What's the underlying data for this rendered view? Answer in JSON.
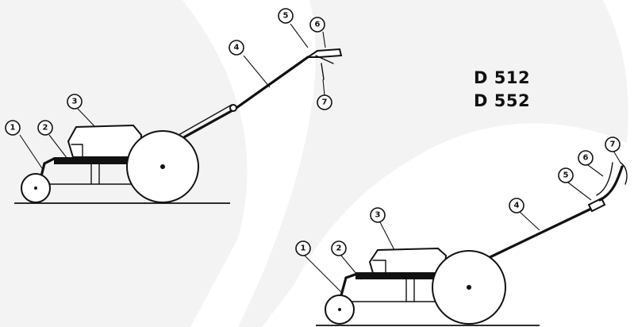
{
  "models": [
    "D 512",
    "D 552"
  ],
  "machine_top": {
    "callouts": [
      "1",
      "2",
      "3",
      "4",
      "5",
      "6",
      "7"
    ]
  },
  "machine_bottom": {
    "callouts": [
      "1",
      "2",
      "3",
      "4",
      "5",
      "6",
      "7"
    ]
  },
  "colors": {
    "ink": "#111111",
    "watermark": "#f3f3f3",
    "background": "#ffffff"
  }
}
